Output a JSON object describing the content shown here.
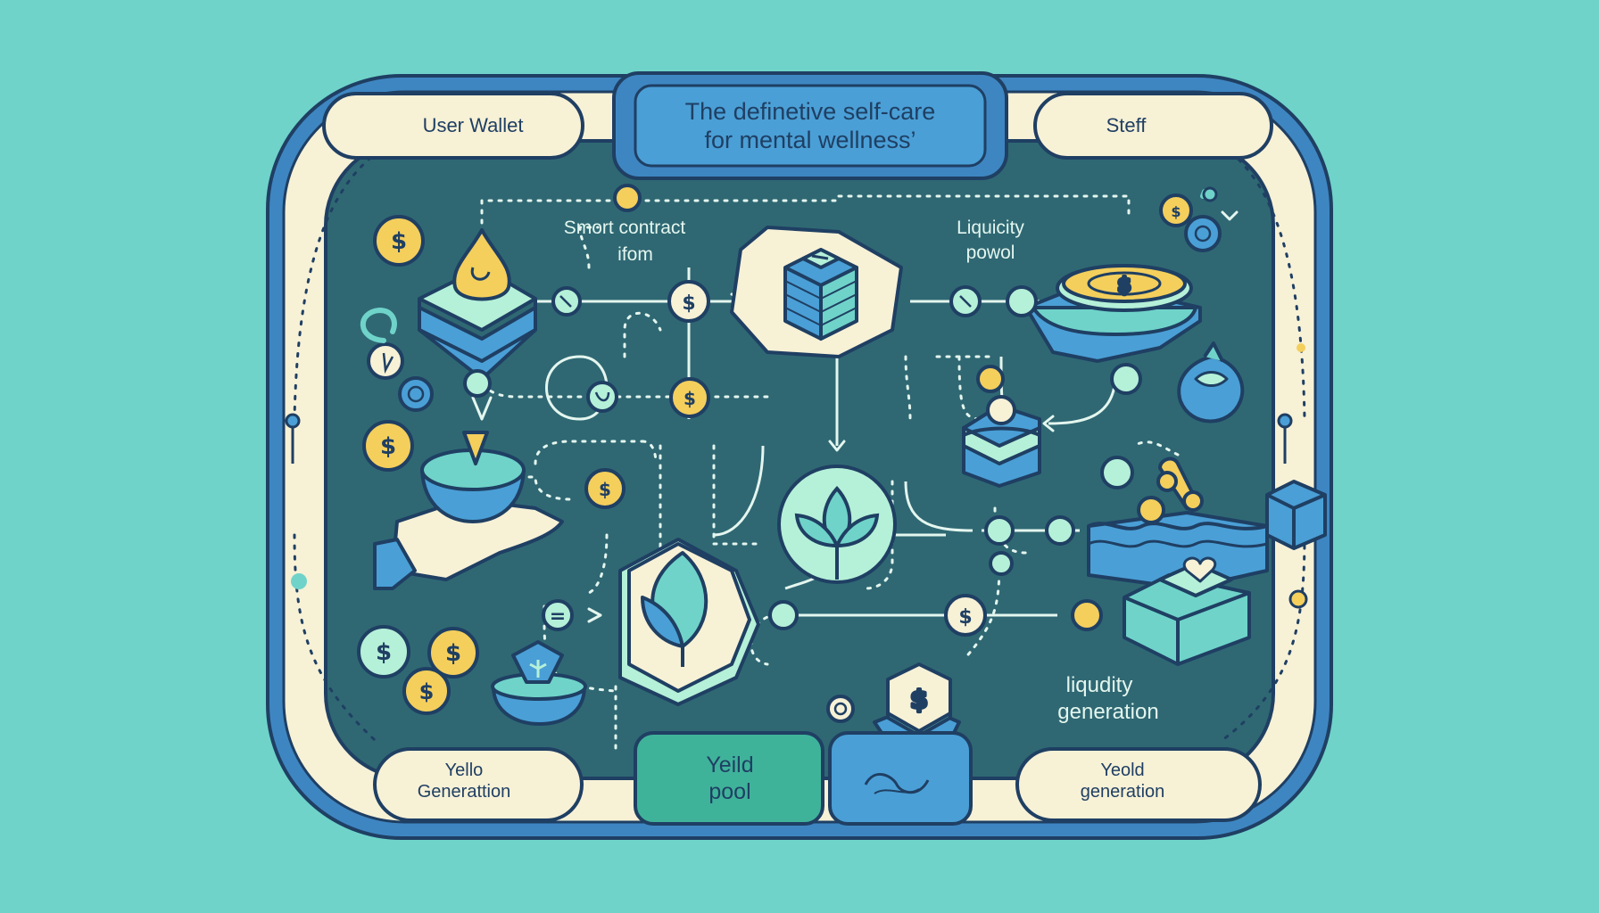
{
  "title": {
    "line1": "The definetive self-care",
    "line2": "for mental wellness’"
  },
  "corners": {
    "top_left": "User Wallet",
    "top_right": "Steff",
    "bottom_left": [
      "Yello",
      "Generattion"
    ],
    "bottom_right": [
      "Yeold",
      "generation"
    ]
  },
  "labels": {
    "smart_contract": [
      "Smort contract",
      "ifom"
    ],
    "liquidity_pool": [
      "Liquicity",
      "powol"
    ],
    "liquidity_generation": [
      "liqudity",
      "generation"
    ],
    "yield_pool": [
      "Yeild",
      "pool"
    ]
  },
  "icons": {
    "currency": "$",
    "equals": "="
  },
  "colors": {
    "background": "#6fd3c9",
    "frame_outer": "#3e86c2",
    "frame_cream": "#f7f1d6",
    "panel": "#2f6873",
    "navy": "#1f3f63",
    "mint": "#b5f0d8",
    "gold": "#f4cf5c",
    "blue": "#4a9fd6",
    "yield_box": "#3fb39a",
    "chain_box": "#4a9fd6"
  }
}
